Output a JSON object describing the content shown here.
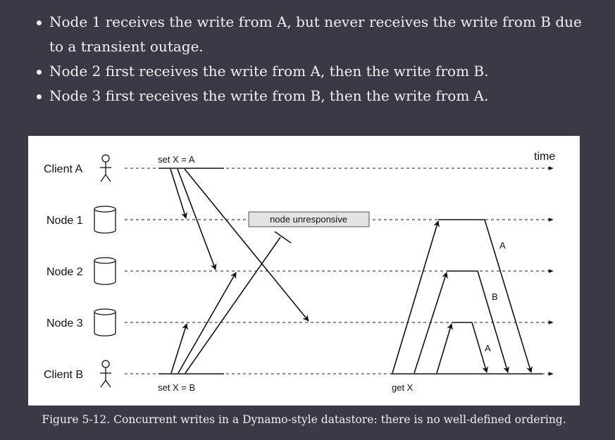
{
  "bullets": [
    "Node 1 receives the write from A, but never receives the write from B due to a transient outage.",
    "Node 2 first receives the write from A, then the write from B.",
    "Node 3 first receives the write from B, then the write from A."
  ],
  "diagram": {
    "actors": [
      "Client A",
      "Node 1",
      "Node 2",
      "Node 3",
      "Client B"
    ],
    "time_label": "time",
    "set_a_label": "set X = A",
    "set_b_label": "set X = B",
    "get_label": "get X",
    "unresponsive_label": "node unresponsive",
    "read_labels": [
      "A",
      "B",
      "A"
    ]
  },
  "caption": "Figure 5-12. Concurrent writes in a Dynamo-style datastore: there is no well-defined ordering."
}
